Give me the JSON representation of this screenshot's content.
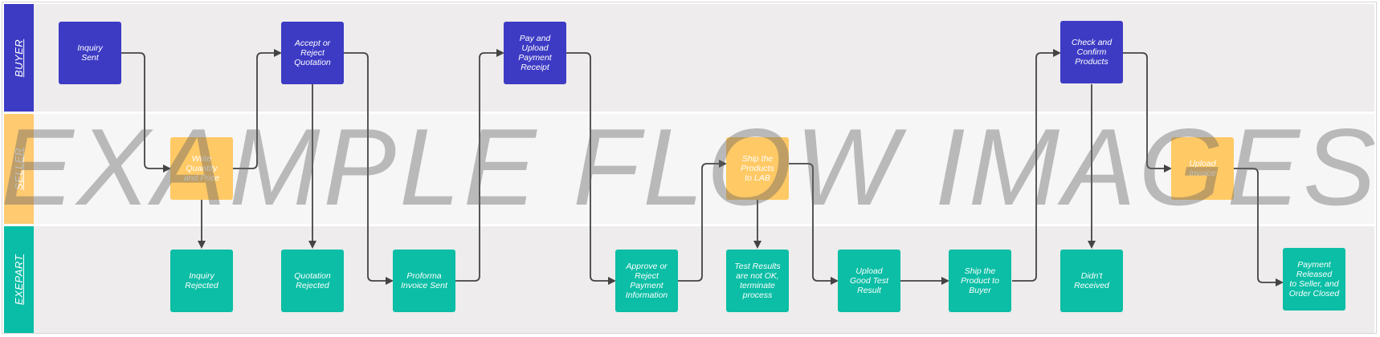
{
  "lanes": {
    "buyer": "BUYER",
    "seller": "SELLER",
    "exepart": "EXEPART"
  },
  "nodes": {
    "inquiry_sent": "Inquiry\nSent",
    "accept_reject_quotation": "Accept or\nReject\nQuotation",
    "pay_upload_receipt": "Pay and\nUpload\nPayment\nReceipt",
    "check_confirm_products": "Check and\nConfirm\nProducts",
    "write_quantity_price": "Write\nQuantity\nand Price",
    "ship_products_lab": "Ship the\nProducts\nto LAB",
    "upload_invoice": "Upload\nInvoice",
    "inquiry_rejected": "Inquiry\nRejected",
    "quotation_rejected": "Quotation\nRejected",
    "proforma_invoice_sent": "Proforma\nInvoice Sent",
    "approve_reject_payment": "Approve or\nReject\nPayment\nInformation",
    "test_results_not_ok": "Test Results\nare not OK,\nterminate\nprocess",
    "upload_good_test_result": "Upload\nGood Test\nResult",
    "ship_product_buyer": "Ship the\nProduct to\nBuyer",
    "didnt_received": "Didn't\nReceived",
    "payment_released": "Payment\nReleased\nto Seller, and\nOrder Closed"
  },
  "watermark": "EXAMPLE FLOW IMAGES",
  "colors": {
    "buyer": "#3d3bc4",
    "seller": "#ffc965",
    "exepart": "#0bbea5",
    "connector": "#444444"
  }
}
